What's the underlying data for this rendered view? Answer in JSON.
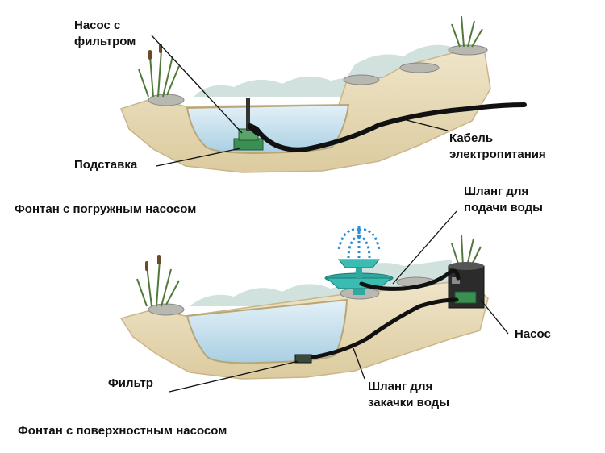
{
  "top_diagram": {
    "caption": "Фонтан с погружным насосом",
    "labels": {
      "pump_filter": [
        "Насос с",
        "фильтром"
      ],
      "stand": "Подставка",
      "cable": [
        "Кабель",
        "электропитания"
      ]
    }
  },
  "bottom_diagram": {
    "caption": "Фонтан с поверхностным насосом",
    "labels": {
      "supply_hose": [
        "Шланг для",
        "подачи воды"
      ],
      "pump": "Насос",
      "filter": "Фильтр",
      "intake_hose": [
        "Шланг для",
        "закачки воды"
      ]
    }
  },
  "colors": {
    "soil": "#e9ddbd",
    "soil_edge": "#c9b68a",
    "water": "#cfe6f2",
    "hose": "#111111",
    "fountain": "#2fa8a0",
    "jet": "#2a8fd4",
    "pump_box": "#3c8f52"
  }
}
